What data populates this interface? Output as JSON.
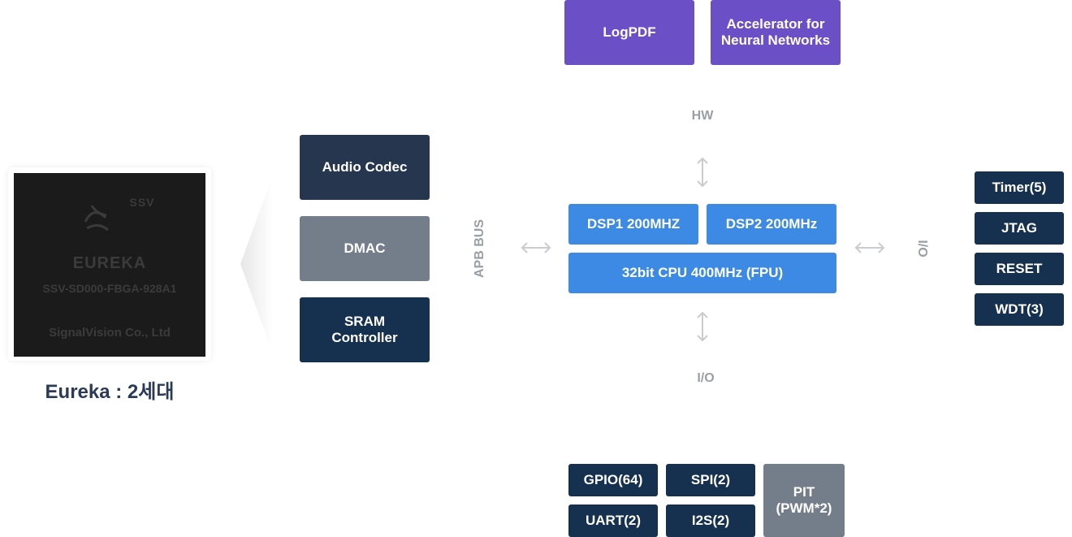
{
  "chip": {
    "brand_text": "SSV",
    "product_text": "EUREKA",
    "model_text": "SSV-SD000-FBGA-928A1",
    "maker_text": "SignalVision Co., Ltd",
    "caption": "Eureka : 2세대"
  },
  "left_blocks": {
    "audio_codec": "Audio Codec",
    "dmac": "DMAC",
    "sram_controller": "SRAM\nController"
  },
  "bus_label": "APB BUS",
  "top_blocks": {
    "logpdf": "LogPDF",
    "accelerator": "Accelerator for\nNeural Networks"
  },
  "hw_label": "HW",
  "core": {
    "dsp1": "DSP1 200MHZ",
    "dsp2": "DSP2 200MHz",
    "cpu": "32bit CPU 400MHz (FPU)"
  },
  "io_bottom_label": "I/O",
  "io_right_label": "I/O",
  "right_blocks": {
    "timer": "Timer(5)",
    "jtag": "JTAG",
    "reset": "RESET",
    "wdt": "WDT(3)"
  },
  "bottom_blocks": {
    "gpio": "GPIO(64)",
    "spi": "SPI(2)",
    "uart": "UART(2)",
    "i2s": "I2S(2)",
    "pit": "PIT\n(PWM*2)"
  },
  "colors": {
    "navy": "#16304f",
    "slate": "#27364f",
    "gray": "#747e8b",
    "purple": "#6a4fc6",
    "blue": "#3c8ae3"
  }
}
